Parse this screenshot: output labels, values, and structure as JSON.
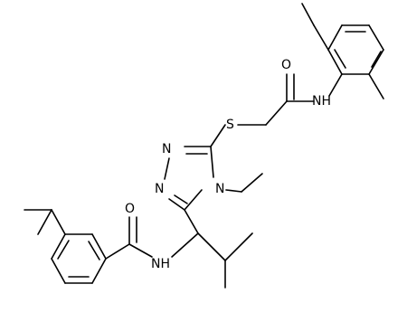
{
  "molecule": {
    "atom_labels": {
      "o_amide_right": "O",
      "nh_right": "NH",
      "s_thio": "S",
      "n_ring_upper": "N",
      "n_ring_lower": "N",
      "n_ring_ethyl": "N",
      "o_amide_left": "O",
      "nh_left": "NH"
    }
  },
  "colors": {
    "bond": "#000000",
    "text": "#000000",
    "background": "#ffffff"
  }
}
